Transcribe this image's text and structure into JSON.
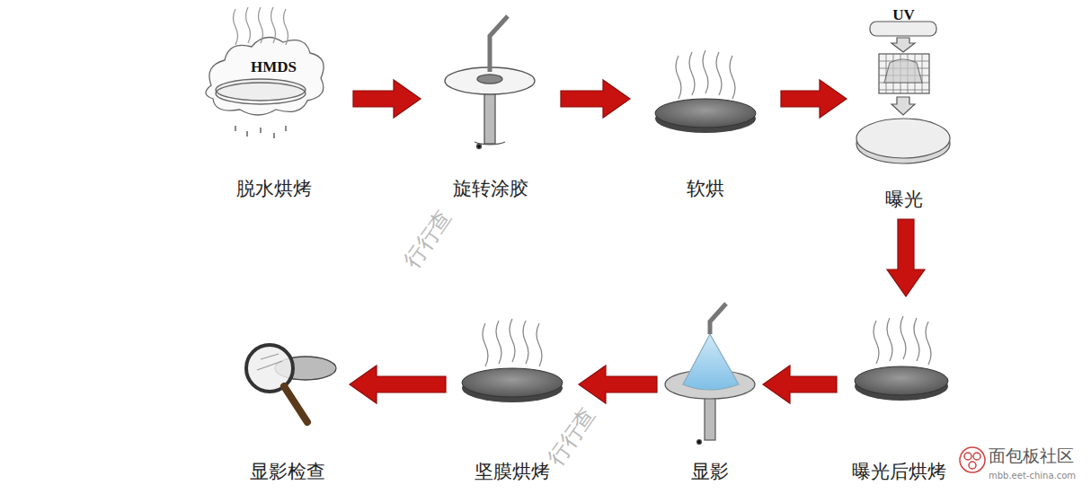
{
  "diagram": {
    "nodes": [
      {
        "text": [
          "HMDS",
          "脱水烘烤"
        ]
      },
      {
        "text": [
          "旋转涂胶"
        ]
      },
      {
        "text": [
          "软烘"
        ]
      },
      {
        "text": [
          "UV",
          "曝光"
        ]
      },
      {
        "text": [
          "曝光后烘烤"
        ]
      },
      {
        "text": [
          "显影"
        ]
      },
      {
        "text": [
          "坚膜烘烤"
        ]
      },
      {
        "text": [
          "显影检查"
        ]
      }
    ],
    "edges": [
      {
        "from": 0,
        "to": 1,
        "arrow": "to"
      },
      {
        "from": 1,
        "to": 2,
        "arrow": "to"
      },
      {
        "from": 2,
        "to": 3,
        "arrow": "to"
      },
      {
        "from": 3,
        "to": 4,
        "arrow": "to"
      },
      {
        "from": 4,
        "to": 5,
        "arrow": "to"
      },
      {
        "from": 5,
        "to": 6,
        "arrow": "to"
      },
      {
        "from": 6,
        "to": 7,
        "arrow": "to"
      }
    ],
    "labels": [
      "行行查",
      "行行查",
      "面包板社区",
      "mbb.eet-china.com"
    ]
  }
}
